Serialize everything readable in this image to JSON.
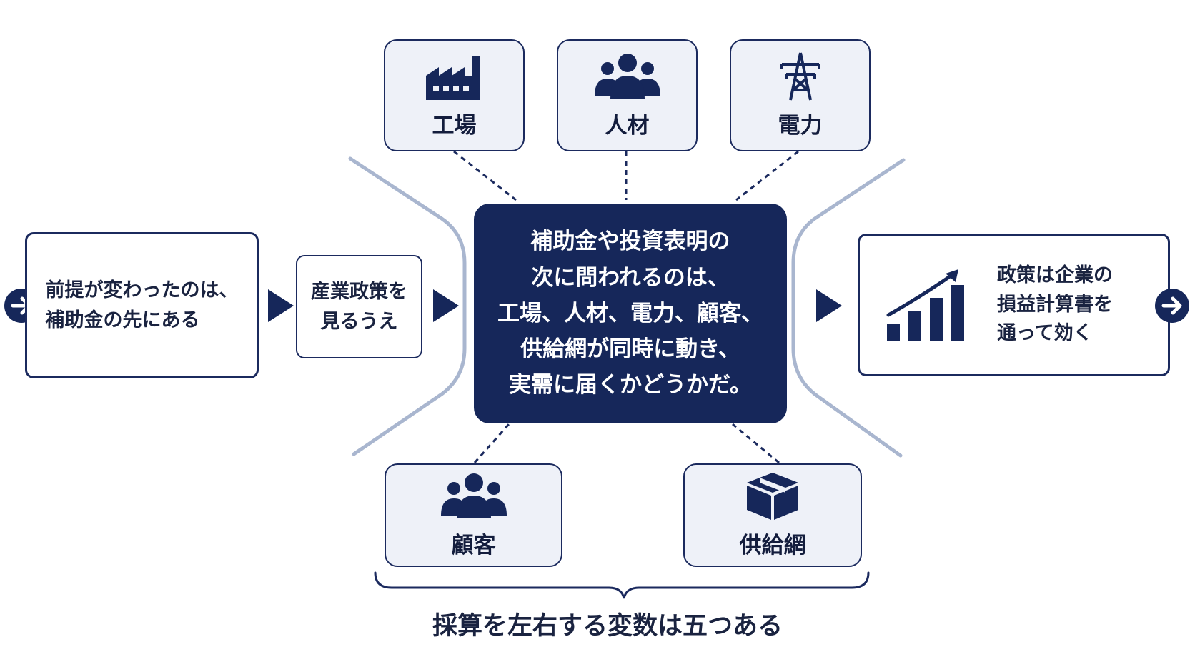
{
  "colors": {
    "navy": "#16275a",
    "border": "#1b2a5e",
    "factor_bg": "#eef1f8",
    "bracket_line": "#a9b6cf",
    "text": "#1a2340"
  },
  "premise": {
    "text": "前提が変わったのは、\n補助金の先にある"
  },
  "policy_view": {
    "text": "産業政策を\n見るうえ"
  },
  "center": {
    "text": "補助金や投資表明の\n次に問われるのは、\n工場、人材、電力、顧客、\n供給網が同時に動き、\n実需に届くかどうかだ。"
  },
  "factors": [
    {
      "label": "工場",
      "icon": "factory-icon"
    },
    {
      "label": "人材",
      "icon": "people-icon"
    },
    {
      "label": "電力",
      "icon": "power-tower-icon"
    },
    {
      "label": "顧客",
      "icon": "people-icon"
    },
    {
      "label": "供給網",
      "icon": "box-icon"
    }
  ],
  "result": {
    "text": "政策は企業の\n損益計算書を\n通って効く",
    "icon": "growth-chart-icon"
  },
  "caption": "採算を左右する変数は五つある"
}
